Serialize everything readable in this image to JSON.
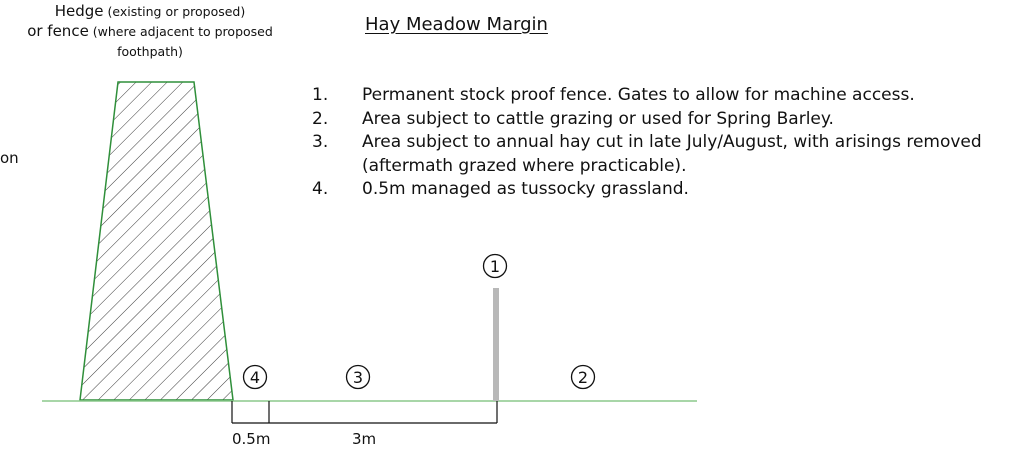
{
  "hedge_label": {
    "line1_main": "Hedge",
    "line1_sub": " (existing or proposed)",
    "line2_main": "or fence",
    "line2_sub": " (where adjacent to proposed",
    "line3": "foothpath)"
  },
  "title": "Hay Meadow Margin",
  "cut_off_text": "on",
  "notes": [
    {
      "number": "1.",
      "text": "Permanent stock proof fence. Gates to allow for machine access."
    },
    {
      "number": "2.",
      "text": "Area subject to cattle grazing or used for Spring Barley."
    },
    {
      "number": "3.",
      "text": "Area subject to annual hay cut in late July/August, with arisings removed\n(aftermath grazed where practicable)."
    },
    {
      "number": "4.",
      "text": "0.5m managed as tussocky grassland."
    }
  ],
  "markers": {
    "fence": "1",
    "area2": "2",
    "area3": "3",
    "area4": "4"
  },
  "dimensions": {
    "narrow": "0.5m",
    "wide": "3m"
  },
  "colors": {
    "ground": "#8cc88c",
    "hedge_outline": "#2f8f3a",
    "hedge_hatch": "#3a3a3a",
    "fence_post": "#b8b8b8",
    "text": "#111111"
  }
}
